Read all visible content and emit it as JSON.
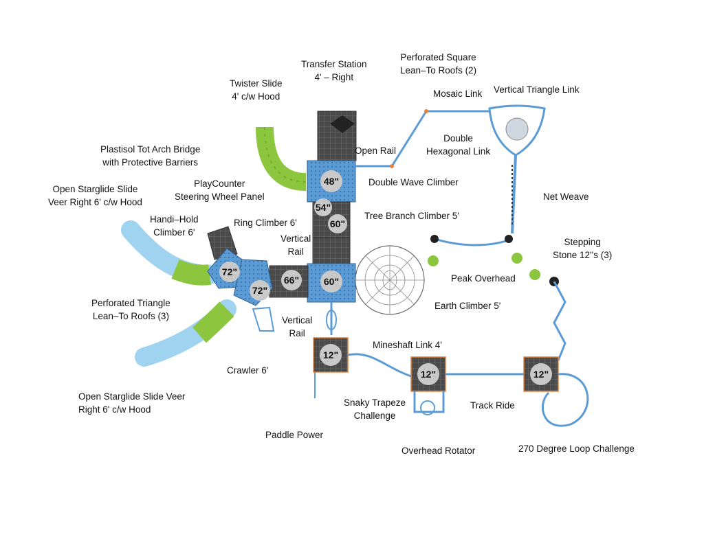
{
  "labels": {
    "transfer_station": [
      "Transfer Station",
      "4' – Right"
    ],
    "perforated_square": [
      "Perforated Square",
      "Lean–To Roofs (2)"
    ],
    "twister_slide": [
      "Twister Slide",
      "4' c/w Hood"
    ],
    "mosaic_link": "Mosaic Link",
    "vertical_triangle_link": "Vertical Triangle Link",
    "double_hexagonal_link": [
      "Double",
      "Hexagonal Link"
    ],
    "plastisol_bridge": [
      "Plastisol Tot Arch Bridge",
      "with Protective Barriers"
    ],
    "open_rail": "Open Rail",
    "open_starglide_top": [
      "Open Starglide Slide",
      "Veer Right 6' c/w Hood"
    ],
    "playcounter": [
      "PlayCounter",
      "Steering Wheel Panel"
    ],
    "double_wave_climber": "Double Wave Climber",
    "net_weave": "Net Weave",
    "handi_hold": [
      "Handi–Hold",
      "Climber 6'"
    ],
    "ring_climber": "Ring Climber 6'",
    "tree_branch_climber": "Tree Branch Climber 5'",
    "vertical_rail_top": [
      "Vertical",
      "Rail"
    ],
    "stepping_stone": [
      "Stepping",
      "Stone 12''s (3)"
    ],
    "peak_overhead": "Peak Overhead",
    "perforated_triangle": [
      "Perforated Triangle",
      "Lean–To Roofs (3)"
    ],
    "earth_climber": "Earth Climber 5'",
    "vertical_rail_bottom": [
      "Vertical",
      "Rail"
    ],
    "mineshaft_link": "Mineshaft Link 4'",
    "crawler": "Crawler 6'",
    "open_starglide_bottom": [
      "Open Starglide Slide Veer",
      "Right 6' c/w Hood"
    ],
    "snaky_trapeze": [
      "Snaky Trapeze",
      "Challenge"
    ],
    "track_ride": "Track Ride",
    "paddle_power": "Paddle Power",
    "overhead_rotator": "Overhead Rotator",
    "loop_challenge": "270 Degree Loop Challenge"
  },
  "deck_heights": {
    "deck_48": "48\"",
    "deck_54": "54\"",
    "deck_60_upper": "60\"",
    "deck_72_left": "72\"",
    "deck_72_right": "72\"",
    "deck_66": "66\"",
    "deck_60_center": "60\"",
    "deck_12_a": "12\"",
    "deck_12_b": "12\"",
    "deck_12_c": "12\""
  },
  "colors": {
    "deck_blue": "#5b9bd5",
    "deck_dark": "#4a4a4a",
    "slide_green": "#8cc63f",
    "slide_blue": "#9fd3f0",
    "rail_blue": "#5b9bd5",
    "post_orange": "#e8823a",
    "stone_green": "#8cc63f",
    "height_disc": "#c9c9c9"
  }
}
